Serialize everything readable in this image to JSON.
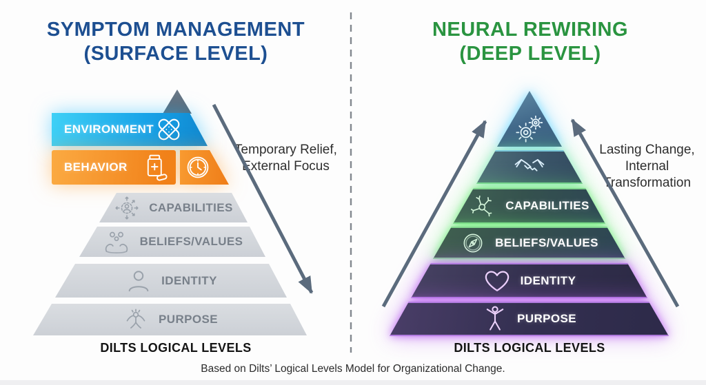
{
  "left": {
    "title_lines": [
      "SYMPTOM MANAGEMENT",
      "(SURFACE LEVEL)"
    ],
    "annotation_lines": [
      "Temporary Relief,",
      "External Focus"
    ],
    "caption": "DILTS LOGICAL LEVELS",
    "levels": {
      "environment": "ENVIRONMENT",
      "behavior": "BEHAVIOR",
      "capabilities": "CAPABILITIES",
      "beliefs": "BELIEFS/VALUES",
      "identity": "IDENTITY",
      "purpose": "PURPOSE"
    }
  },
  "right": {
    "title_lines": [
      "NEURAL REWIRING",
      "(DEEP LEVEL)"
    ],
    "annotation_lines": [
      "Lasting Change,",
      "Internal",
      "Transformation"
    ],
    "caption": "DILTS LOGICAL LEVELS",
    "levels": {
      "capabilities": "CAPABILITIES",
      "beliefs": "BELIEFS/VALUES",
      "identity": "IDENTITY",
      "purpose": "PURPOSE"
    }
  },
  "footer": "Based on Dilts’ Logical Levels Model for Organizational Change.",
  "colors": {
    "left_title": "#1d4f91",
    "right_title": "#2a9440",
    "environment_blue": "#1fa8e0",
    "behavior_orange": "#f68b1f",
    "neutral_gray": "#d6d9de",
    "arrow_slate": "#5b6b7d",
    "apex_steel_blue": "#4a7d9a",
    "deep_green": "#35594f",
    "deep_purple": "#37324f",
    "glow_cyan": "#67d4f2",
    "glow_green": "#6ee87a",
    "glow_purple": "#b45ce8"
  }
}
